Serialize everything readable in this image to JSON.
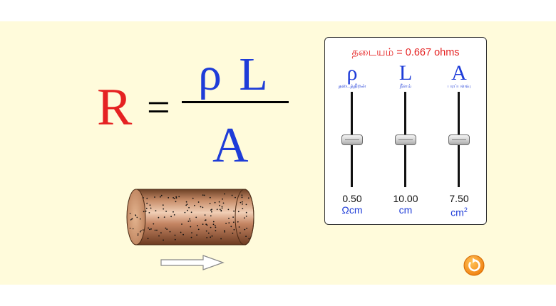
{
  "formula": {
    "R": "R",
    "equals": "=",
    "numerator": "ρ L",
    "denominator": "A",
    "colors": {
      "R": "#e52222",
      "letters": "#1e3cd8"
    }
  },
  "panel": {
    "resistance_text": "தடையம் = 0.667 ohms",
    "sliders": [
      {
        "symbol": "ρ",
        "label": "தடைத்திறன்",
        "value": "0.50",
        "unit": "Ωcm",
        "level": 0.5
      },
      {
        "symbol": "L",
        "label": "நீளம்",
        "value": "10.00",
        "unit": "cm",
        "level": 0.5
      },
      {
        "symbol": "A",
        "label": "பரப்பளவு",
        "value": "7.50",
        "unit_base": "cm",
        "unit_sup": "2",
        "level": 0.5
      }
    ]
  },
  "icons": {
    "reset": "reset-icon",
    "direction": "arrow-right-icon"
  },
  "colors": {
    "background": "#fffbdb",
    "accent_red": "#e52222",
    "accent_blue": "#1e3cd8",
    "reset_orange": "#f7941d"
  }
}
